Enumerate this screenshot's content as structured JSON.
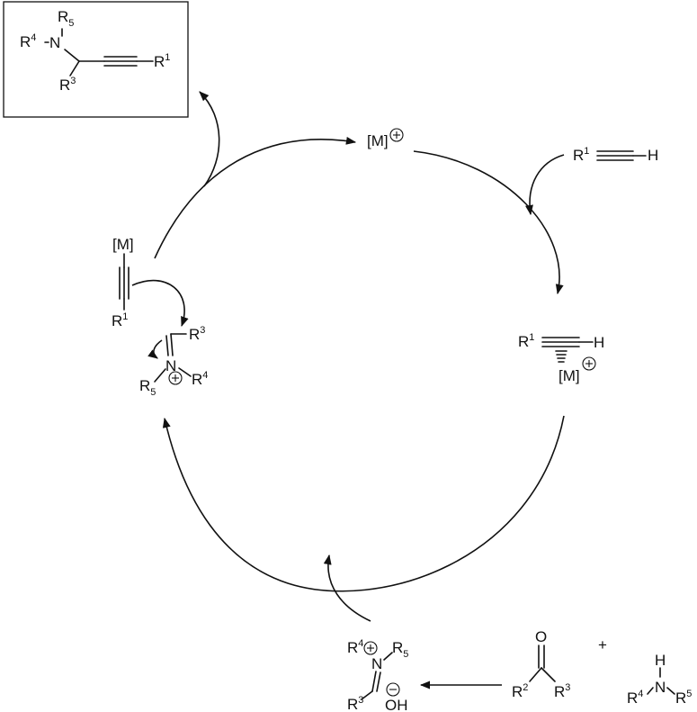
{
  "catalyst": {
    "metal": "[M]"
  },
  "alkyne": {
    "r": "R",
    "r_sup": "1",
    "h": "H"
  },
  "pi_complex": {
    "r": "R",
    "r_sup": "1",
    "h": "H",
    "metal": "[M]"
  },
  "acetylide": {
    "metal": "[M]",
    "r": "R",
    "r_sup": "1"
  },
  "iminium": {
    "r3": "R",
    "r3_sup": "3",
    "n": "N",
    "r4": "R",
    "r4_sup": "4",
    "r5": "R",
    "r5_sub": "5"
  },
  "hemiaminal": {
    "r4": "R",
    "r4_sup": "4",
    "n": "N",
    "r5": "R",
    "r5_sub": "5",
    "r3": "R",
    "r3_sup": "3",
    "oh": "OH"
  },
  "ketone": {
    "o": "O",
    "r2": "R",
    "r2_sup": "2",
    "r3": "R",
    "r3_sup": "3"
  },
  "plus": "+",
  "amine": {
    "h": "H",
    "n": "N",
    "r4": "R",
    "r4_sup": "4",
    "r5": "R",
    "r5_sup": "5"
  },
  "product": {
    "r5": "R",
    "r5_sub": "5",
    "r4": "R",
    "r4_sup": "4",
    "n": "N",
    "r3": "R",
    "r3_sup": "3",
    "r1": "R",
    "r1_sup": "1"
  }
}
